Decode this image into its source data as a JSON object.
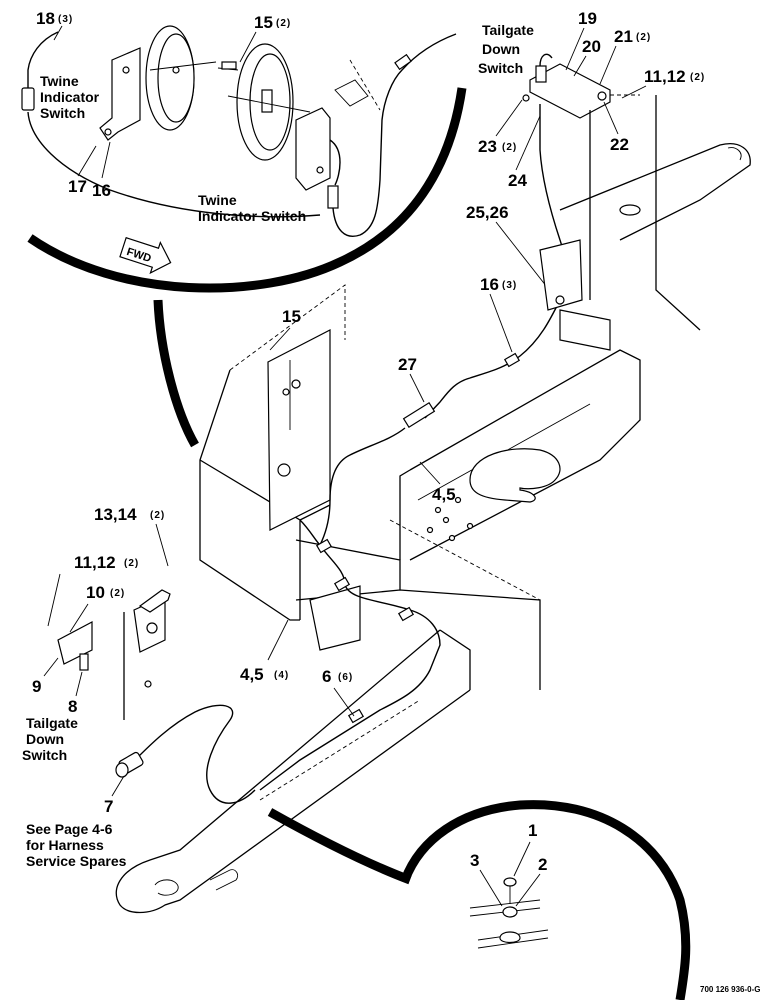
{
  "labels": {
    "p18": "18",
    "p18q": "(3)",
    "p15top": "15",
    "p15topq": "(2)",
    "p17": "17",
    "p16a": "16",
    "p19": "19",
    "p20": "20",
    "p21": "21",
    "p21q": "(2)",
    "p1112top": "11,12",
    "p1112topq": "(2)",
    "p22": "22",
    "p23": "23",
    "p23q": "(2)",
    "p24": "24",
    "p2526": "25,26",
    "p16b": "16",
    "p16bq": "(3)",
    "p15mid": "15",
    "p27": "27",
    "p45a": "4,5",
    "p1314": "13,14",
    "p1314q": "(2)",
    "p1112left": "11,12",
    "p1112leftq": "(2)",
    "p10": "10",
    "p10q": "(2)",
    "p9": "9",
    "p8": "8",
    "p45b": "4,5",
    "p45bq": "(4)",
    "p6": "6",
    "p6q": "(6)",
    "p7": "7",
    "p1": "1",
    "p2": "2",
    "p3": "3"
  },
  "captions": {
    "twine_top_l1": "Twine",
    "twine_top_l2": "Indicator",
    "twine_top_l3": "Switch",
    "twine_bot_l1": "Twine",
    "twine_bot_l2": "Indicator Switch",
    "tailgate_top_l1": "Tailgate",
    "tailgate_top_l2": "Down",
    "tailgate_top_l3": "Switch",
    "tailgate_left_l1": "Tailgate",
    "tailgate_left_l2": "Down",
    "tailgate_left_l3": "Switch",
    "see_l1": "See Page 4-6",
    "see_l2": "for Harness",
    "see_l3": "Service Spares",
    "fwd": "FWD"
  },
  "figure_ref": "700 126 936-0-G"
}
